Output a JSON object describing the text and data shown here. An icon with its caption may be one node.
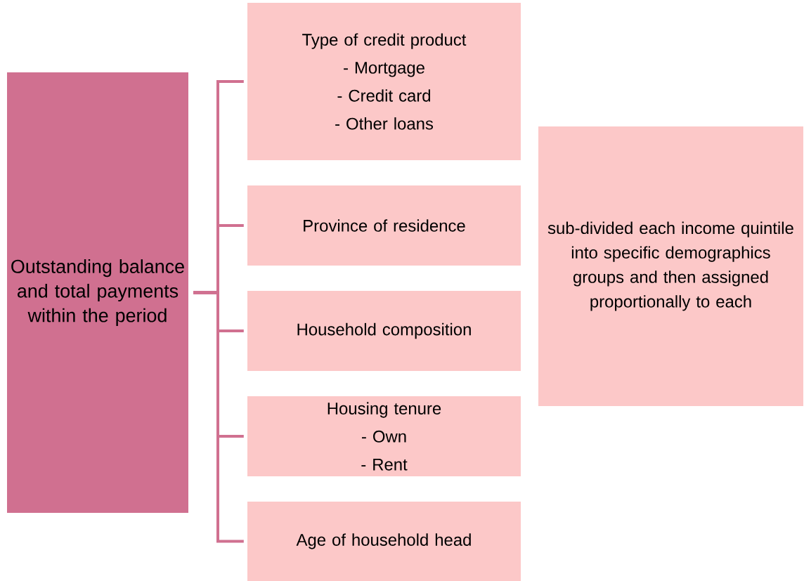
{
  "diagram": {
    "nodes": [
      {
        "text": [
          "Outstanding balance and total payments within the period"
        ]
      },
      {
        "text": [
          "Type of credit product",
          "- Mortgage",
          "- Credit card",
          "- Other loans"
        ]
      },
      {
        "text": [
          "Province of residence"
        ]
      },
      {
        "text": [
          "Household composition"
        ]
      },
      {
        "text": [
          "Housing tenure",
          "- Own",
          "- Rent"
        ]
      },
      {
        "text": [
          "Age of household head"
        ]
      },
      {
        "text": [
          "sub-divided each income quintile into specific demographics groups and then assigned proportionally to each"
        ]
      }
    ],
    "edges": [
      {
        "from": 0,
        "to": 1,
        "arrow": "none"
      },
      {
        "from": 0,
        "to": 2,
        "arrow": "none"
      },
      {
        "from": 0,
        "to": 3,
        "arrow": "none"
      },
      {
        "from": 0,
        "to": 4,
        "arrow": "none"
      },
      {
        "from": 0,
        "to": 5,
        "arrow": "none"
      }
    ]
  }
}
